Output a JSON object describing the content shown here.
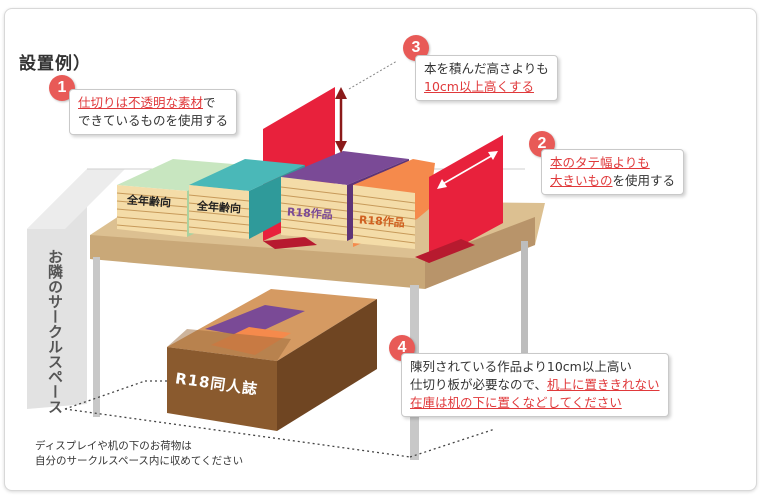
{
  "heading": "設置例）",
  "callout1": {
    "number": "1",
    "highlight": "仕切りは不透明な素材",
    "rest1": "で",
    "line2": "できているものを使用する"
  },
  "callout2": {
    "number": "2",
    "highlight_line1": "本のタテ幅よりも",
    "highlight_line2": "大きいもの",
    "rest": "を使用する"
  },
  "callout3": {
    "number": "3",
    "line1": "本を積んだ高さよりも",
    "highlight": "10cm以上高くする"
  },
  "callout4": {
    "number": "4",
    "line1": "陳列されている作品より10cm以上高い",
    "line2_plain": "仕切り板が必要なので、",
    "line2_highlight": "机上に置ききれない",
    "line3_highlight": "在庫は机の下に置くなどしてください"
  },
  "books": {
    "all_ages_label": "全年齢向",
    "r18_label": "R18作品"
  },
  "box_label": "R18同人誌",
  "neighbor_label": "お隣のサークルスペース",
  "footnote": {
    "line1": "ディスプレイや机の下のお荷物は",
    "line2": "自分のサークルスペース内に収めてください"
  },
  "colors": {
    "accent": "#e0393b",
    "badge": "#e85a57",
    "divider": "#e8213c",
    "teal_book": "#38aeae",
    "green_book": "#b9dcb2",
    "purple_book": "#7a4a96",
    "orange_book": "#f58a4c",
    "desk": "#dcc091",
    "box": "#8a5a2e"
  }
}
